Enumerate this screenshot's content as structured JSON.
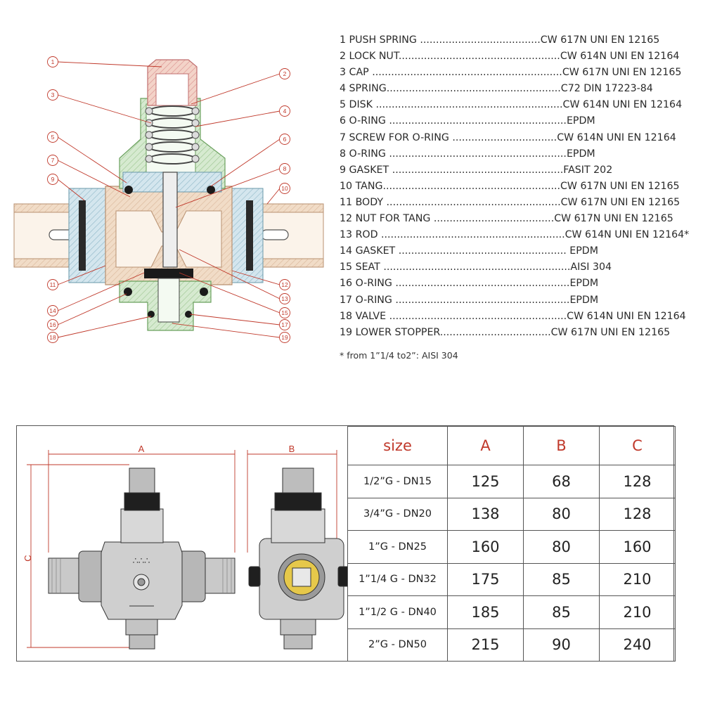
{
  "cross_section": {
    "callouts": [
      "1",
      "2",
      "3",
      "4",
      "5",
      "6",
      "7",
      "8",
      "9",
      "10",
      "11",
      "12",
      "13",
      "14",
      "15",
      "16",
      "17",
      "18",
      "19"
    ]
  },
  "parts": [
    {
      "name": "1 PUSH SPRING ",
      "leader": "......................................",
      "material": "CW 617N UNI EN 12165"
    },
    {
      "name": "2 LOCK NUT",
      "leader": "...................................................",
      "material": "CW 614N UNI EN 12164"
    },
    {
      "name": "3 CAP ",
      "leader": "............................................................",
      "material": "CW 617N UNI EN 12165"
    },
    {
      "name": "4 SPRING",
      "leader": ".......................................................",
      "material": "C72 DIN 17223-84"
    },
    {
      "name": "5 DISK ",
      "leader": "...........................................................",
      "material": "CW 614N UNI EN 12164"
    },
    {
      "name": "6 O-RING ",
      "leader": "........................................................",
      "material": "EPDM"
    },
    {
      "name": "7 SCREW FOR O-RING ",
      "leader": ".................................",
      "material": "CW 614N UNI EN 12164"
    },
    {
      "name": "8 O-RING ",
      "leader": "........................................................",
      "material": "EPDM"
    },
    {
      "name": "9 GASKET ",
      "leader": "......................................................",
      "material": "FASIT 202"
    },
    {
      "name": "10 TANG",
      "leader": "........................................................",
      "material": "CW 617N UNI EN 12165"
    },
    {
      "name": "11 BODY ",
      "leader": ".......................................................",
      "material": "CW 617N UNI EN 12165"
    },
    {
      "name": "12 NUT FOR TANG ",
      "leader": "......................................",
      "material": "CW 617N UNI EN 12165"
    },
    {
      "name": "13 ROD ",
      "leader": "..........................................................",
      "material": "CW 614N UNI EN 12164*"
    },
    {
      "name": "14 GASKET ",
      "leader": "..................................................... ",
      "material": "EPDM"
    },
    {
      "name": "15 SEAT ",
      "leader": "...........................................................",
      "material": "AISI 304"
    },
    {
      "name": "16 O-RING ",
      "leader": ".......................................................",
      "material": "EPDM"
    },
    {
      "name": "17 O-RING ",
      "leader": ".......................................................",
      "material": "EPDM"
    },
    {
      "name": "18 VALVE ",
      "leader": "........................................................",
      "material": "CW 614N UNI EN 12164"
    },
    {
      "name": "19 LOWER STOPPER",
      "leader": "...................................",
      "material": "CW 617N UNI EN 12165"
    }
  ],
  "footnote": "* from 1”1/4 to2”: AISI 304",
  "dims_drawing": {
    "label_a": "A",
    "label_b": "B",
    "label_c": "C",
    "logo_text": "∴∴∴"
  },
  "table": {
    "headers": [
      "size",
      "A",
      "B",
      "C"
    ],
    "rows": [
      [
        "1/2”G - DN15",
        "125",
        "68",
        "128"
      ],
      [
        "3/4”G - DN20",
        "138",
        "80",
        "128"
      ],
      [
        "1”G - DN25",
        "160",
        "80",
        "160"
      ],
      [
        "1”1/4 G - DN32",
        "175",
        "85",
        "210"
      ],
      [
        "1”1/2 G - DN40",
        "185",
        "85",
        "210"
      ],
      [
        "2”G - DN50",
        "215",
        "90",
        "240"
      ]
    ]
  },
  "colors": {
    "header_red": "#c0392b",
    "callout_red": "#c0392b",
    "brass_pink": "#d98a8a",
    "body_tan": "#d9b79a",
    "cap_green": "#9ac48e",
    "nut_blue": "#8fb8c8",
    "seal_black": "#1a1a1a"
  }
}
